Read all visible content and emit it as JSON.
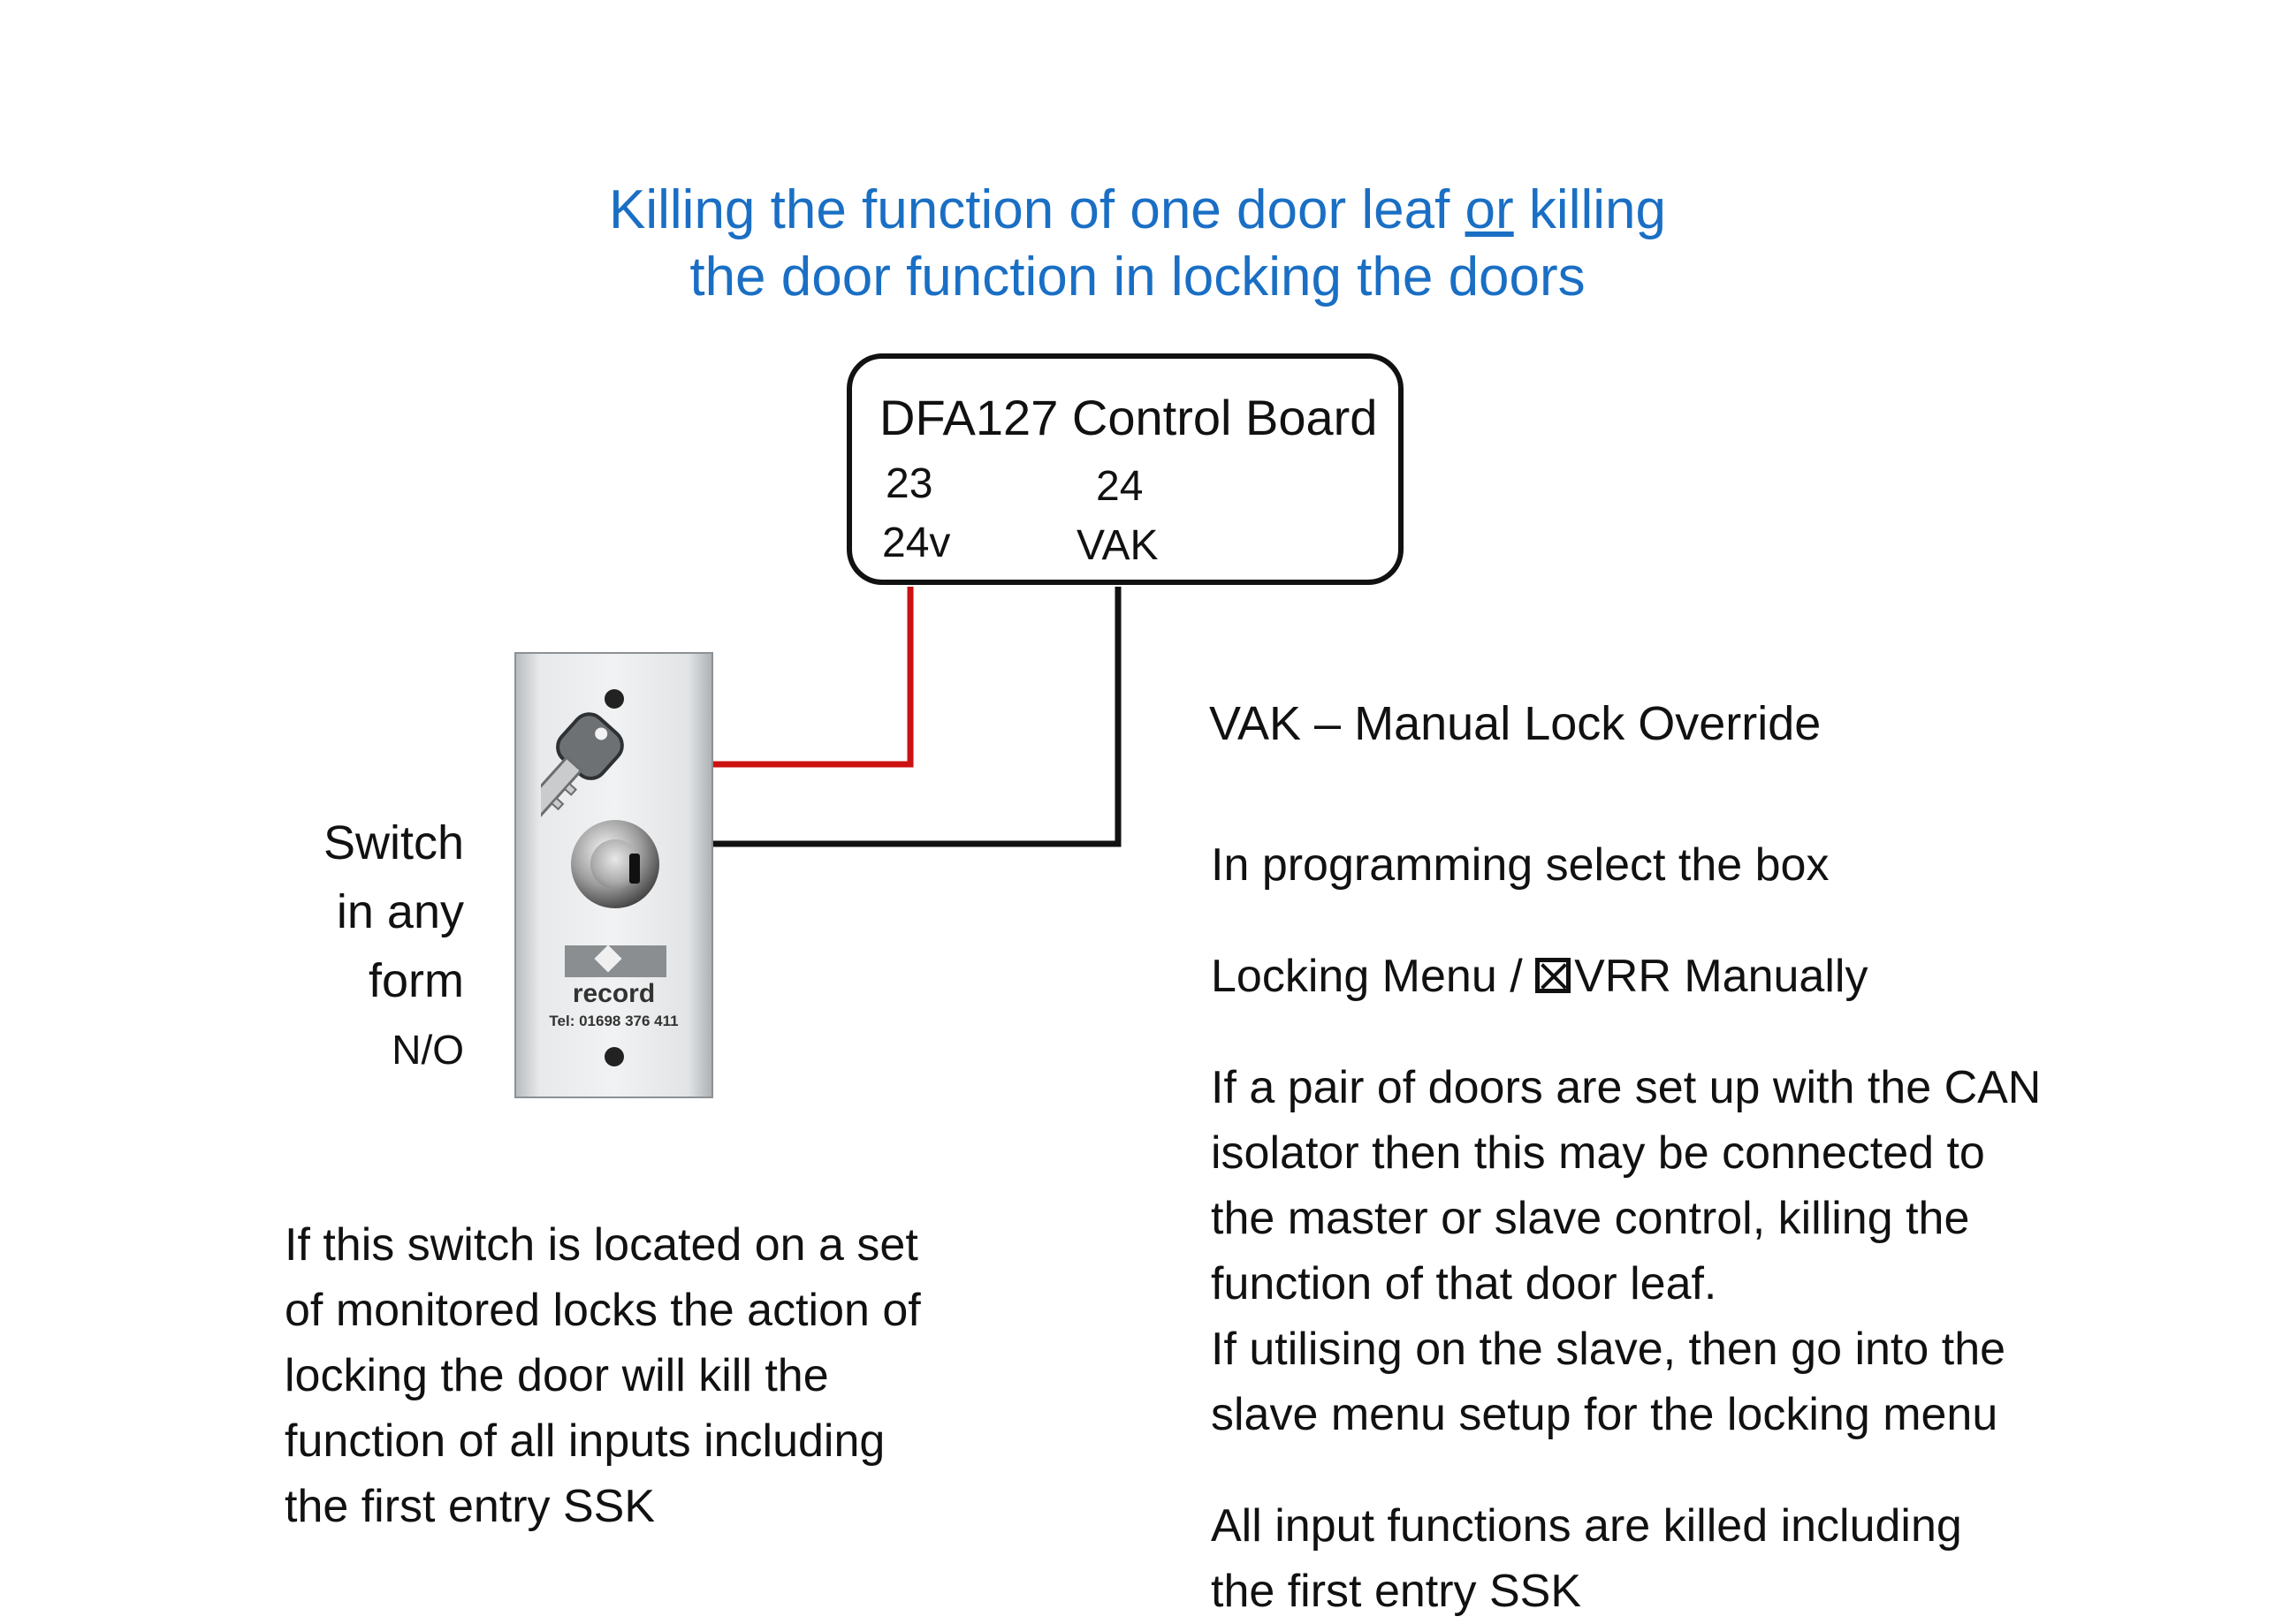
{
  "title": {
    "line1_pre": "Killing the function of one door leaf ",
    "line1_underlined": "or",
    "line1_post": " killing",
    "line2": "the door function in locking the doors"
  },
  "control_board": {
    "title": "DFA127 Control Board",
    "pins": [
      {
        "number": "23",
        "label": "24v"
      },
      {
        "number": "24",
        "label": "VAK"
      }
    ]
  },
  "key_switch": {
    "brand": "record",
    "tel": "Tel: 01698 376 411",
    "label_lines": [
      "Switch",
      "in any",
      "form",
      "N/O"
    ]
  },
  "left_note": [
    "If this switch is located on a set",
    "of monitored locks the action of",
    "locking the door will kill the",
    "function of all inputs including",
    "the first entry SSK"
  ],
  "right_panel": {
    "heading": "VAK – Manual Lock Override",
    "programming": "In programming select the box",
    "menu_path_pre": "Locking Menu / ",
    "menu_path_post": "VRR Manually",
    "can_note": [
      "If a pair of doors are set up with the CAN",
      "isolator then this may be connected to",
      "the master or slave control, killing the",
      "function of that door leaf."
    ],
    "slave_note": [
      "If utilising on the slave, then go into the",
      "slave menu setup for the locking menu"
    ],
    "all_killed": [
      "All input functions are killed including",
      "the first entry SSK"
    ]
  },
  "colors": {
    "title": "#1a6fc4",
    "wire_24v": "#cc1111",
    "wire_vak": "#111111"
  }
}
